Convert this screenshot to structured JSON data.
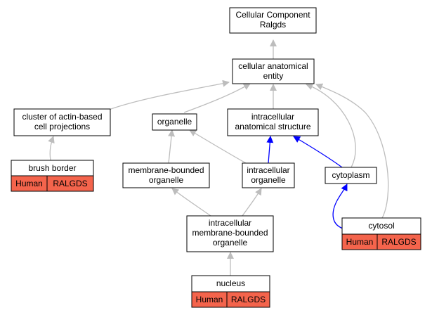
{
  "colors": {
    "node_border": "#000000",
    "node_fill": "#ffffff",
    "gene_fill": "#f4644c",
    "edge_gray": "#bdbdbd",
    "edge_blue": "#0000ff"
  },
  "nodes": {
    "root": {
      "line1": "Cellular Component",
      "line2": "Ralgds"
    },
    "cellular_anatomical_entity": {
      "line1": "cellular anatomical",
      "line2": "entity"
    },
    "cluster_actin": {
      "line1": "cluster of actin-based",
      "line2": "cell projections"
    },
    "organelle": {
      "line1": "organelle"
    },
    "intracellular_anatomical_structure": {
      "line1": "intracellular",
      "line2": "anatomical structure"
    },
    "brush_border": {
      "line1": "brush border",
      "species": "Human",
      "gene": "RALGDS"
    },
    "membrane_bounded_organelle": {
      "line1": "membrane-bounded",
      "line2": "organelle"
    },
    "intracellular_organelle": {
      "line1": "intracellular",
      "line2": "organelle"
    },
    "cytoplasm": {
      "line1": "cytoplasm"
    },
    "cytosol": {
      "line1": "cytosol",
      "species": "Human",
      "gene": "RALGDS"
    },
    "intracellular_membrane_bounded_organelle": {
      "line1": "intracellular",
      "line2": "membrane-bounded",
      "line3": "organelle"
    },
    "nucleus": {
      "line1": "nucleus",
      "species": "Human",
      "gene": "RALGDS"
    }
  }
}
